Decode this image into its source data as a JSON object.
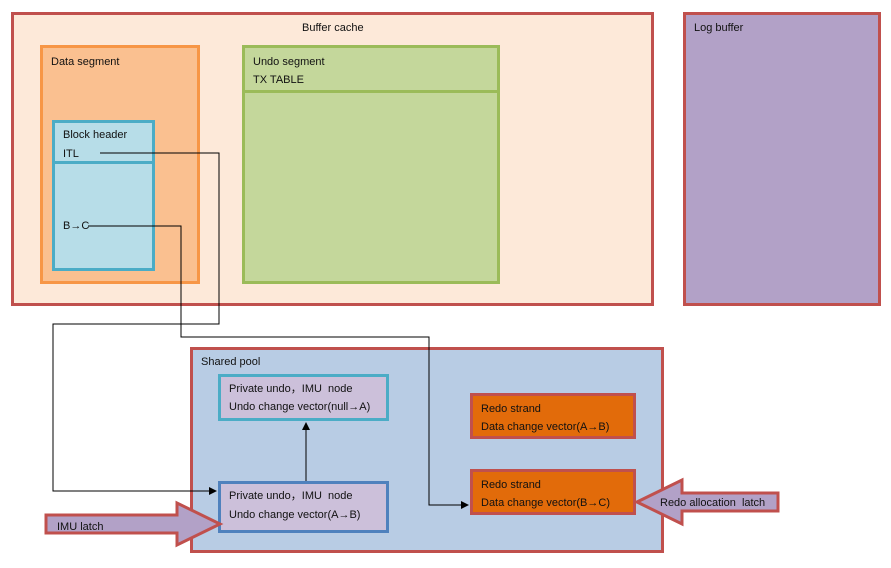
{
  "buffer_cache": {
    "title": "Buffer cache",
    "data_segment": {
      "title": "Data segment",
      "block": {
        "header": "Block header",
        "itl": "ITL",
        "change": "B→C"
      }
    },
    "undo_segment": {
      "title": "Undo segment",
      "table": "TX TABLE"
    }
  },
  "log_buffer": {
    "title": "Log buffer"
  },
  "shared_pool": {
    "title": "Shared pool",
    "imu_top": {
      "line1": "Private undo，IMU  node",
      "line2": "Undo change vector(null→A)"
    },
    "imu_bottom": {
      "line1": "Private undo，IMU  node",
      "line2": "Undo change vector(A→B)"
    },
    "redo_top": {
      "line1": "Redo strand",
      "line2": "Data change vector(A→B)"
    },
    "redo_bottom": {
      "line1": "Redo strand",
      "line2": "Data change vector(B→C)"
    }
  },
  "imu_latch": {
    "label": "IMU latch"
  },
  "redo_latch": {
    "label": "Redo allocation  latch"
  },
  "colors": {
    "buffer_cache_fill": "#fde9d9",
    "border_red": "#c0504d",
    "data_segment_fill": "#fac090",
    "data_segment_border": "#f79646",
    "block_fill": "#b7dde8",
    "block_border": "#4bacc6",
    "undo_fill": "#c4d79b",
    "undo_border": "#9bbb59",
    "log_fill": "#b2a1c7",
    "shared_fill": "#b8cce4",
    "imu_fill": "#ccc0da",
    "imu_bottom_border": "#4f81bd",
    "redo_fill": "#e26b0a",
    "latch_fill": "#b2a1c7"
  }
}
